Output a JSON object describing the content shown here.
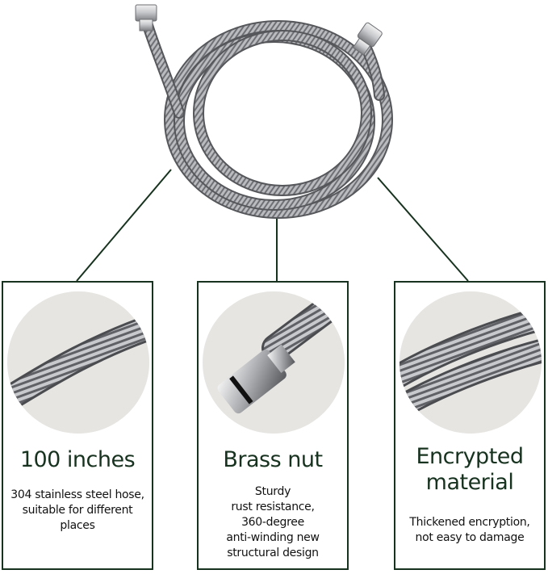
{
  "panels": [
    {
      "title": "100 inches",
      "desc": [
        "304 stainless steel hose,",
        "suitable for different",
        "places"
      ]
    },
    {
      "title": "Brass nut",
      "desc": [
        "Sturdy",
        "rust resistance,",
        "360-degree",
        "anti-winding new",
        "structural design"
      ]
    },
    {
      "title": "Encrypted material",
      "title_lines": [
        "Encrypted",
        "material"
      ],
      "desc": [
        "Thickened encryption,",
        "not easy to damage"
      ]
    }
  ],
  "colors": {
    "border": "#17321f",
    "title": "#17321f",
    "steel": "#9a9ca0",
    "circle_bg": "#e6e5e2"
  }
}
